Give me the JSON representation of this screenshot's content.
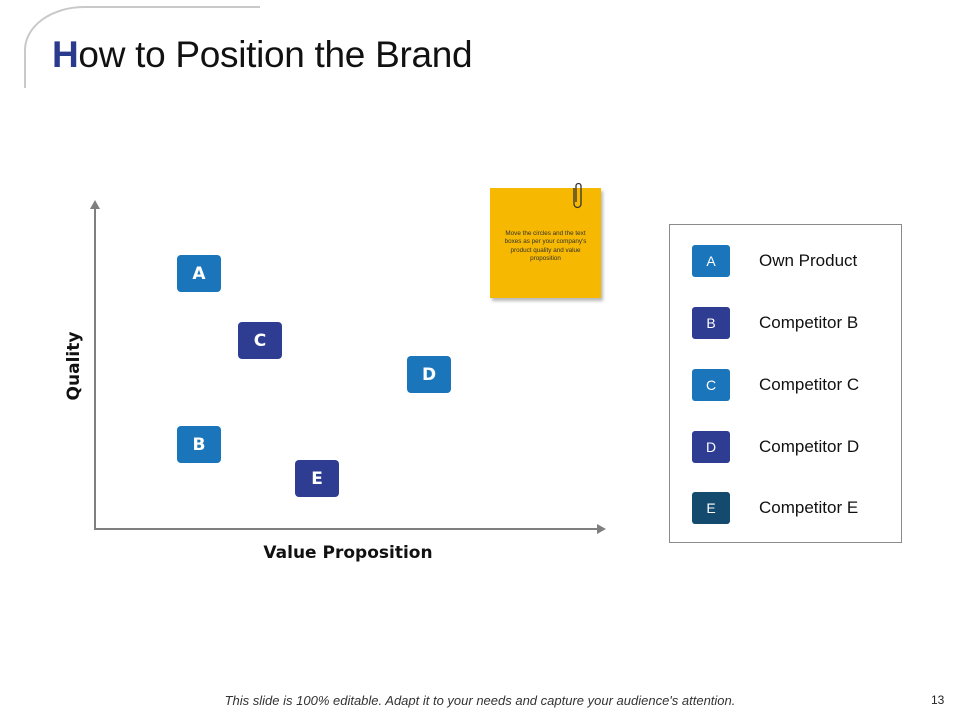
{
  "slide": {
    "title_first": "H",
    "title_rest": "ow to Position the Brand",
    "footer": "This slide is 100% editable. Adapt it to your needs and capture your audience's attention.",
    "page_number": "13"
  },
  "diagram": {
    "x_axis_label": "Value Proposition",
    "y_axis_label": "Quality",
    "markers": [
      {
        "label": "A",
        "color": "#1b75bb"
      },
      {
        "label": "B",
        "color": "#1b75bb"
      },
      {
        "label": "C",
        "color": "#2e3d91"
      },
      {
        "label": "D",
        "color": "#1b75bb"
      },
      {
        "label": "E",
        "color": "#2e3d91"
      }
    ]
  },
  "sticky_note": {
    "text": "Move the circles and the text boxes as per your company's product quality and value proposition",
    "color": "#f6b800",
    "icon": "paperclip-icon"
  },
  "legend": {
    "items": [
      {
        "letter": "A",
        "label": "Own Product",
        "color": "#1b75bb"
      },
      {
        "letter": "B",
        "label": "Competitor B",
        "color": "#2e3d91"
      },
      {
        "letter": "C",
        "label": "Competitor C",
        "color": "#1b75bb"
      },
      {
        "letter": "D",
        "label": "Competitor D",
        "color": "#2e3d91"
      },
      {
        "letter": "E",
        "label": "Competitor E",
        "color": "#134a6e"
      }
    ]
  }
}
